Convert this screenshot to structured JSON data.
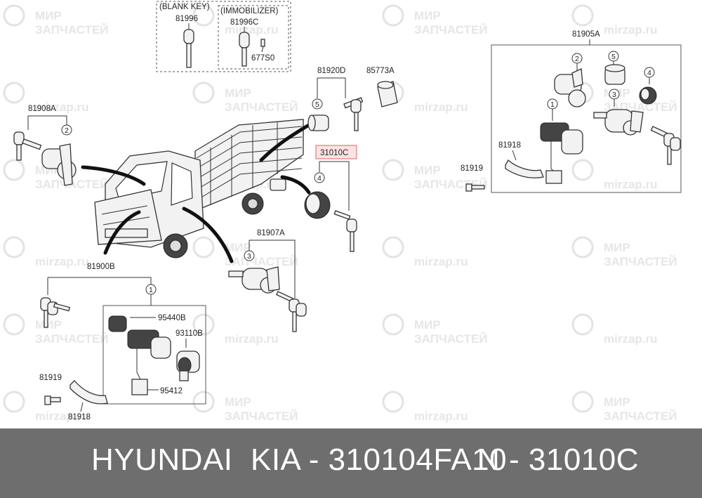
{
  "watermark": {
    "line1": "МИР",
    "line2": "ЗАПЧАСТЕЙ",
    "url": "mirzap.ru"
  },
  "diagram": {
    "group_blank_key": {
      "title": "(BLANK KEY)",
      "part": "81996"
    },
    "group_immobilizer": {
      "title": "(IMMOBILIZER)",
      "part_key": "81996C",
      "part_chip": "677S0"
    },
    "labels": {
      "p81920D": "81920D",
      "p85773A": "85773A",
      "p81908A": "81908A",
      "p31010C": "31010C",
      "p81905A": "81905A",
      "p81918_top": "81918",
      "p81919_top": "81919",
      "p81907A": "81907A",
      "p81900B": "81900B",
      "p95440B": "95440B",
      "p93110B": "93110B",
      "p95412": "95412",
      "p81919_bottom": "81919",
      "p81918_bottom": "81918"
    },
    "callouts": {
      "c1_right": "1",
      "c2_right": "2",
      "c3_right": "3",
      "c4_right": "4",
      "c5_right": "5",
      "c5_mid": "5",
      "c2_left": "2",
      "c4_mid": "4",
      "c3_mid": "3",
      "c1_bottom": "1"
    },
    "highlight_color": "#e06060"
  },
  "footer": {
    "brand": "HYUNDAI  KIA - 310104FA10",
    "ref": "N - 31010C",
    "bar_color": "#6e6e6e"
  }
}
